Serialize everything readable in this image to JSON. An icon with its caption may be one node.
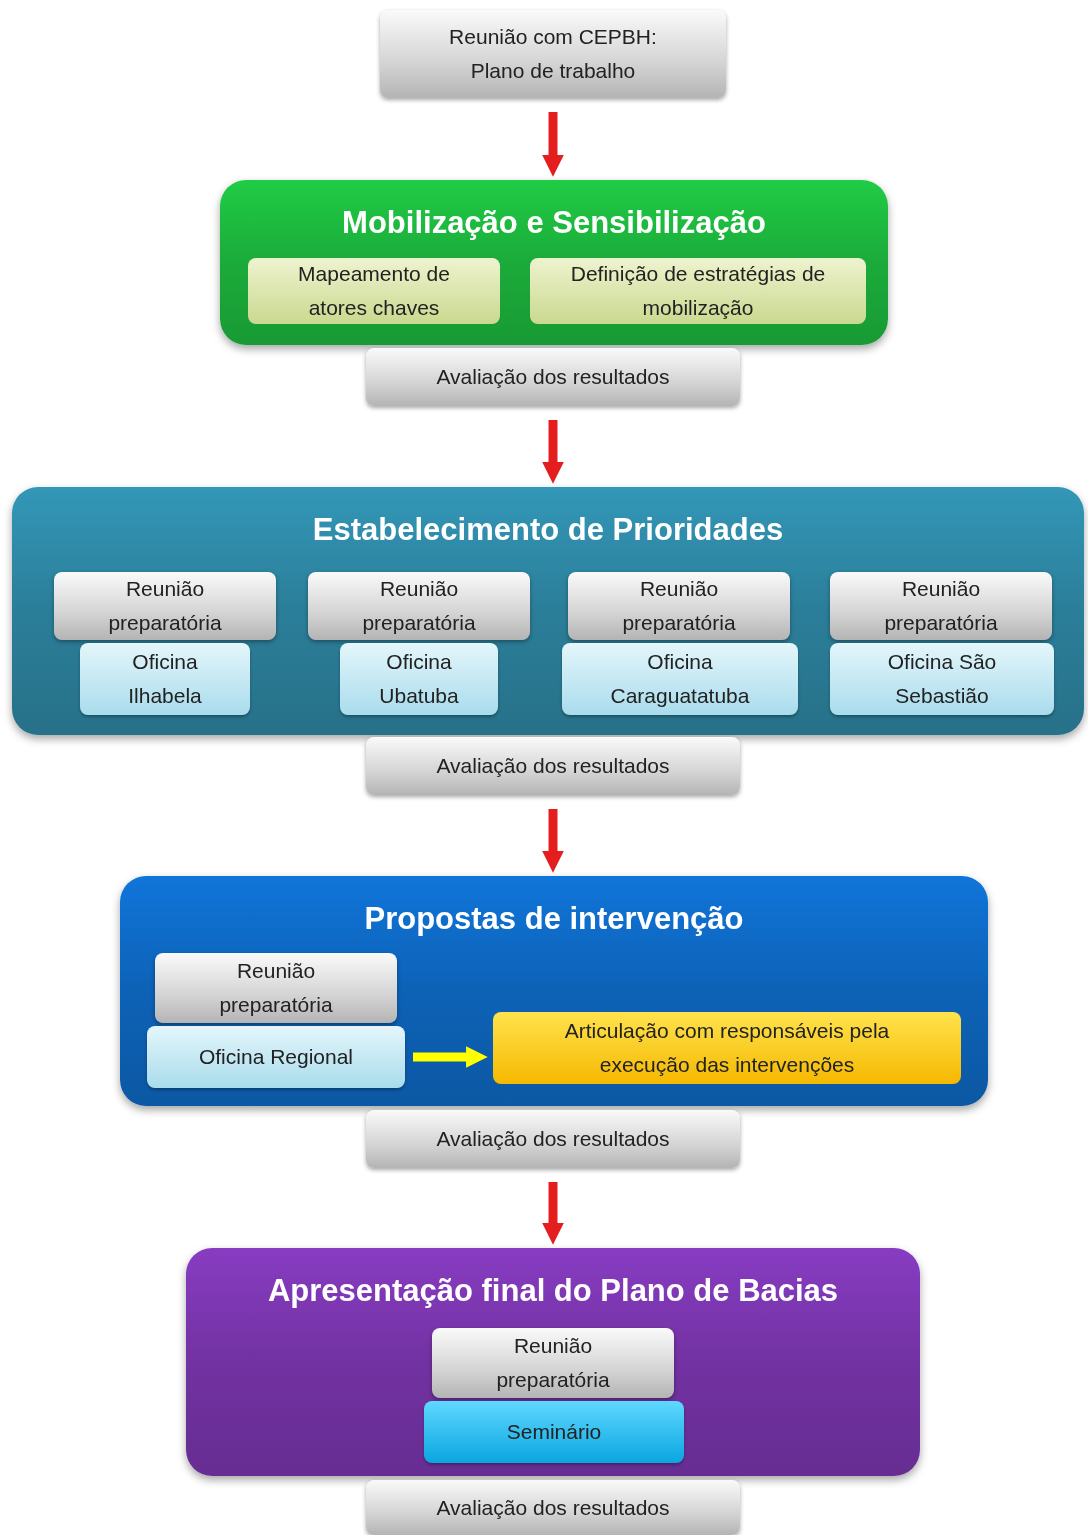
{
  "diagram": {
    "nodes": [
      {
        "text": [
          "Reunião com CEPBH: Plano de trabalho"
        ]
      },
      {
        "text": [
          "Mobilização e Sensibilização"
        ]
      },
      {
        "text": [
          "Mapeamento de atores chaves"
        ],
        "in": 1
      },
      {
        "text": [
          "Definição de estratégias de mobilização"
        ],
        "in": 1
      },
      {
        "text": [
          "Avaliação dos resultados"
        ]
      },
      {
        "text": [
          "Estabelecimento de Prioridades"
        ]
      },
      {
        "text": [
          "Reunião preparatória"
        ],
        "in": 5
      },
      {
        "text": [
          "Oficina Ilhabela"
        ],
        "in": 5
      },
      {
        "text": [
          "Reunião preparatória"
        ],
        "in": 5
      },
      {
        "text": [
          "Oficina Ubatuba"
        ],
        "in": 5
      },
      {
        "text": [
          "Reunião preparatória"
        ],
        "in": 5
      },
      {
        "text": [
          "Oficina Caraguatatuba"
        ],
        "in": 5
      },
      {
        "text": [
          "Reunião preparatória"
        ],
        "in": 5
      },
      {
        "text": [
          "Oficina São Sebastião"
        ],
        "in": 5
      },
      {
        "text": [
          "Avaliação dos resultados"
        ]
      },
      {
        "text": [
          "Propostas de intervenção"
        ]
      },
      {
        "text": [
          "Reunião preparatória"
        ],
        "in": 15
      },
      {
        "text": [
          "Oficina Regional"
        ],
        "in": 15
      },
      {
        "text": [
          "Articulação com responsáveis pela execução das intervenções"
        ],
        "in": 15
      },
      {
        "text": [
          "Avaliação dos resultados"
        ]
      },
      {
        "text": [
          "Apresentação final do Plano de Bacias"
        ]
      },
      {
        "text": [
          "Reunião preparatória"
        ],
        "in": 20
      },
      {
        "text": [
          "Seminário"
        ],
        "in": 20
      },
      {
        "text": [
          "Avaliação dos resultados"
        ]
      }
    ],
    "edges": [
      {
        "from": 0,
        "to": 1,
        "arrow": "to"
      },
      {
        "from": 4,
        "to": 5,
        "arrow": "to"
      },
      {
        "from": 14,
        "to": 15,
        "arrow": "to"
      },
      {
        "from": 17,
        "to": 18,
        "arrow": "to",
        "color": "#ffff00"
      },
      {
        "from": 19,
        "to": 20,
        "arrow": "to"
      }
    ]
  }
}
